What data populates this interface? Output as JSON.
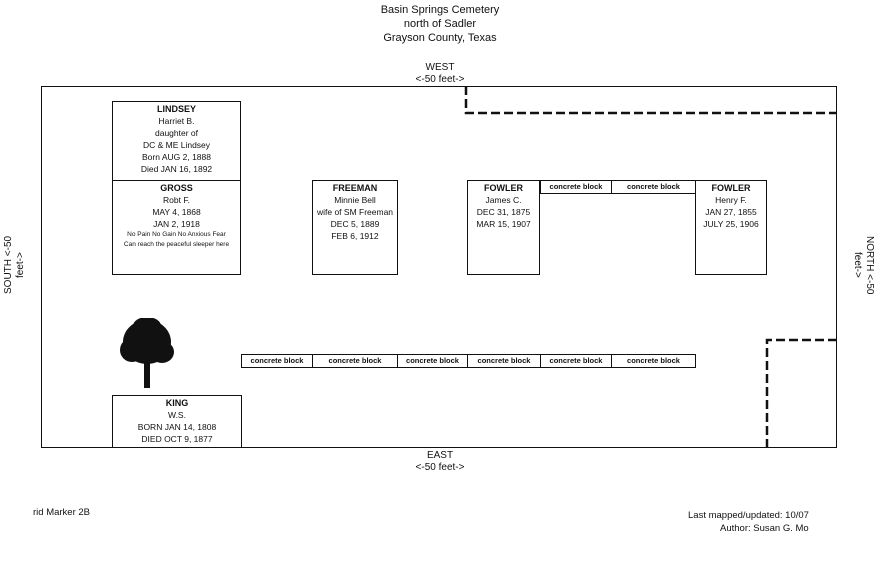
{
  "header": {
    "title": "Basin Springs Cemetery",
    "line2": "north of Sadler",
    "line3": "Grayson County, Texas"
  },
  "directions": {
    "west": {
      "label": "WEST",
      "scale": "<-50 feet->"
    },
    "east": {
      "label": "EAST",
      "scale": "<-50 feet->"
    },
    "south": {
      "label": "SOUTH",
      "scale": "<-50 feet->"
    },
    "north": {
      "label": "NORTH",
      "scale": "<-50 feet->"
    }
  },
  "graves": {
    "lindsey": {
      "surname": "LINDSEY",
      "lines": [
        "Harriet B.",
        "daughter of",
        "DC & ME Lindsey",
        "Born AUG 2, 1888",
        "Died JAN 16, 1892"
      ]
    },
    "gross": {
      "surname": "GROSS",
      "lines": [
        "Robt F.",
        "MAY 4, 1868",
        "JAN 2, 1918"
      ],
      "epitaph": [
        "No Pain No Gain No Anxious Fear",
        "Can reach the peaceful sleeper here"
      ]
    },
    "freeman": {
      "surname": "FREEMAN",
      "lines": [
        "Minnie Bell",
        "wife of SM Freeman",
        "DEC 5, 1889",
        "FEB 6, 1912"
      ]
    },
    "fowler_james": {
      "surname": "FOWLER",
      "lines": [
        "James C.",
        "DEC 31, 1875",
        "MAR 15, 1907"
      ]
    },
    "fowler_henry": {
      "surname": "FOWLER",
      "lines": [
        "Henry F.",
        "JAN 27, 1855",
        "JULY 25, 1906"
      ]
    },
    "king": {
      "surname": "KING",
      "lines": [
        "W.S.",
        "BORN JAN 14, 1808",
        "DIED OCT 9, 1877"
      ]
    }
  },
  "concrete_block_label": "concrete block",
  "footer": {
    "left": "rid Marker 2B",
    "updated": "Last mapped/updated: 10/07",
    "author": "Author: Susan G. Mo"
  }
}
